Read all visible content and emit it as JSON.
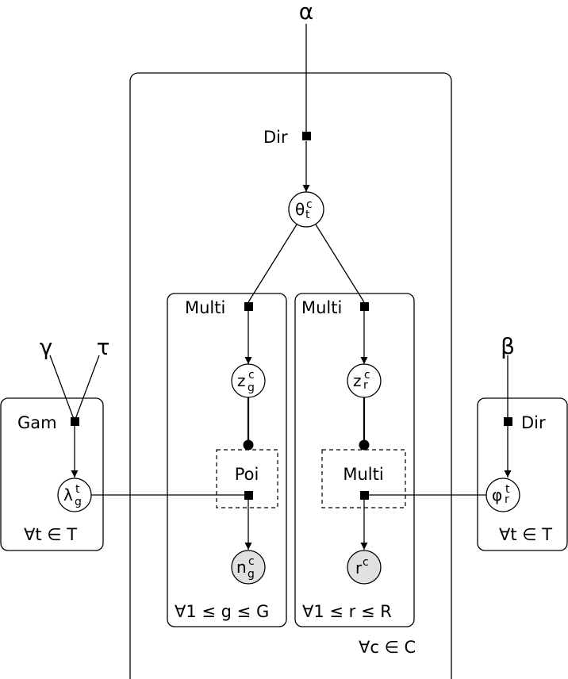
{
  "hyperparameters": {
    "alpha": "α",
    "beta": "β",
    "gamma": "γ",
    "tau": "τ"
  },
  "factors": {
    "dir_theta": "Dir",
    "multi_zg": "Multi",
    "multi_zr": "Multi",
    "gam": "Gam",
    "dir_phi": "Dir",
    "poi": "Poi",
    "multi_r": "Multi"
  },
  "nodes": {
    "theta": {
      "base": "θ",
      "sup": "c",
      "sub": "t"
    },
    "z_g": {
      "base": "z",
      "sup": "c",
      "sub": "g"
    },
    "z_r": {
      "base": "z",
      "sup": "c",
      "sub": "r"
    },
    "lambda": {
      "base": "λ",
      "sup": "t",
      "sub": "g"
    },
    "phi": {
      "base": "φ",
      "sup": "t",
      "sub": "r"
    },
    "n_g": {
      "base": "n",
      "sup": "c",
      "sub": "g"
    },
    "r": {
      "base": "r",
      "sup": "c",
      "sub": ""
    }
  },
  "plates": {
    "c": "∀c ∈ C",
    "g": "∀1 ≤ g ≤ G",
    "r": "∀1 ≤ r ≤ R",
    "t_left": "∀t ∈ T",
    "t_right": "∀t ∈ T"
  },
  "observed_nodes": [
    "n_g",
    "r"
  ],
  "colors": {
    "observed_fill": "#e0e0e0",
    "line": "#000000"
  }
}
